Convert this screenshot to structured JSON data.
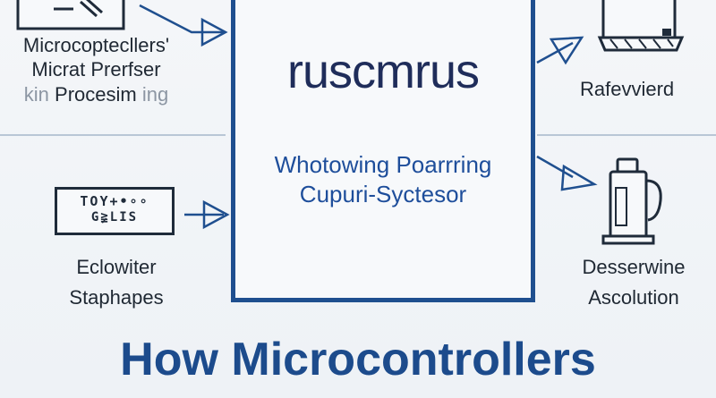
{
  "center": {
    "brand": "ruscmrus",
    "line1": "Whotowing Poarrring",
    "line2": "Cupuri-Syctesor"
  },
  "left_top": {
    "line1": "Microcoptecllers'",
    "line2": "Micrat Prerfser",
    "line3_main": "Procesim",
    "line3_faded_a": "kin",
    "line3_faded_b": "ing"
  },
  "left_bottom": {
    "chip_line1": "TOY+•∘∘",
    "chip_line2": "G≩LIS",
    "line1": "Eclowiter",
    "line2": "Staphapes"
  },
  "right_top": {
    "line1": "Rafevvierd"
  },
  "right_bottom": {
    "line1": "Desserwine",
    "line2": "Ascolution"
  },
  "headline": "How Microcontrollers",
  "colors": {
    "frame": "#1f4f8f",
    "headline": "#1c4b8c",
    "center_text": "#1e4e9b",
    "arrow": "#1f4f8f"
  },
  "icons": [
    "chip-board-icon",
    "display-panel-icon",
    "sensor-chip-icon",
    "fuel-pump-icon"
  ]
}
